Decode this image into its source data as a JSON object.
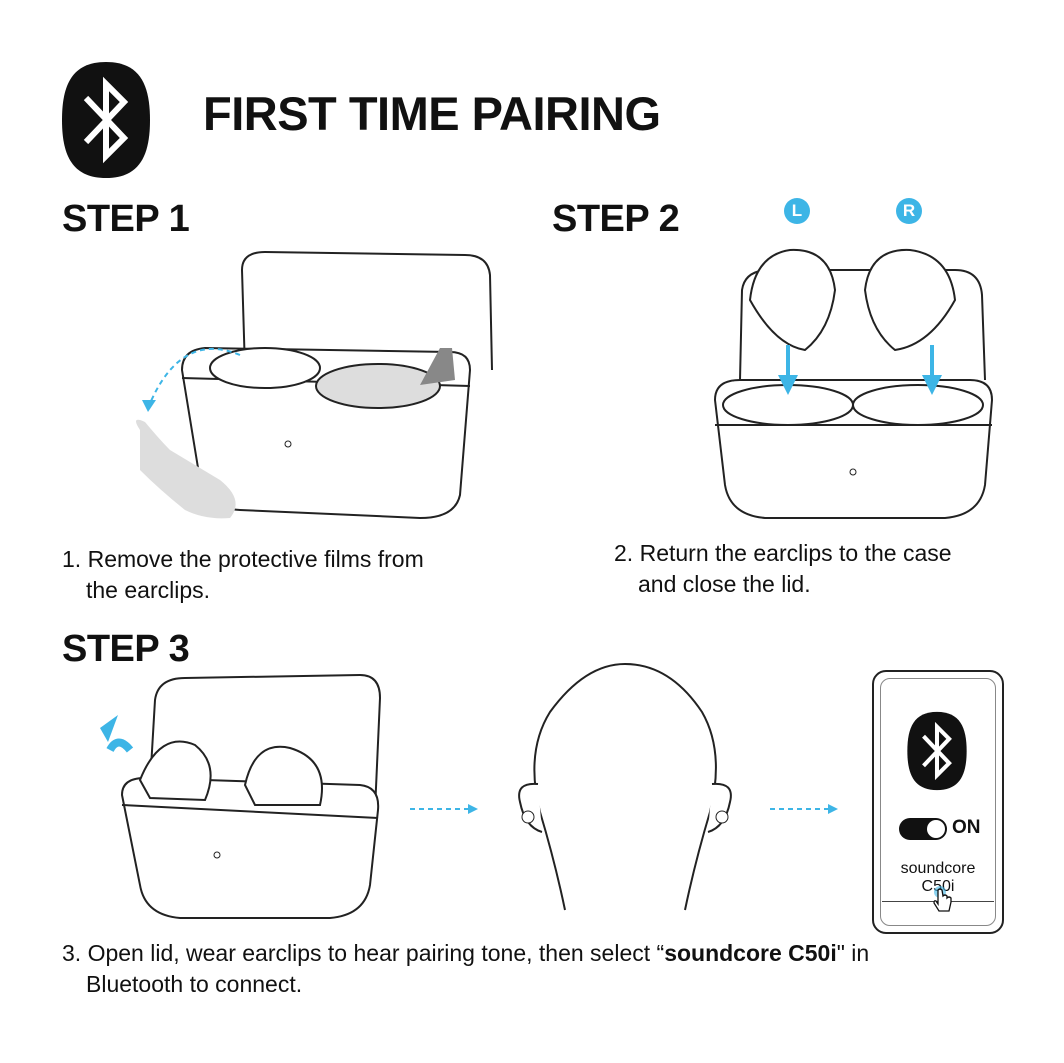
{
  "title": "FIRST TIME PAIRING",
  "accent_color": "#3DB5E6",
  "steps": [
    {
      "label": "STEP 1",
      "caption_num": "1.",
      "caption_line1": "Remove the protective films from",
      "caption_line2": "the earclips."
    },
    {
      "label": "STEP 2",
      "caption_num": "2.",
      "caption_line1": "Return the earclips to the case",
      "caption_line2": "and close the lid.",
      "left_marker": "L",
      "right_marker": "R"
    },
    {
      "label": "STEP 3",
      "caption_num": "3.",
      "caption_pre": "Open lid, wear earclips to hear pairing tone, then select “",
      "caption_bold": "soundcore C50i",
      "caption_post": "\" in",
      "caption_line2": "Bluetooth to connect."
    }
  ],
  "phone": {
    "toggle_label": "ON",
    "device_line1": "soundcore",
    "device_line2": "C50i"
  },
  "icons": [
    "bluetooth-icon",
    "hand-cursor-icon",
    "toggle-switch"
  ]
}
